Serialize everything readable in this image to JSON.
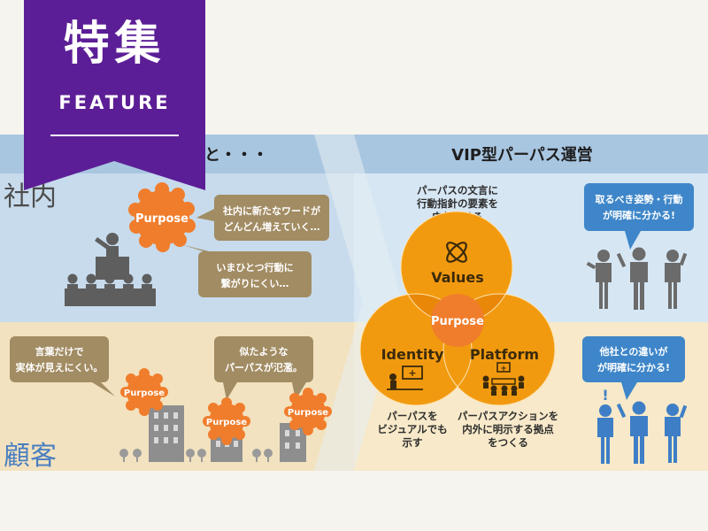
{
  "feature": {
    "title": "特集",
    "subtitle": "FEATURE"
  },
  "left_header": "だけだと・・・",
  "right_header": "VIP型パーパス運営",
  "rows": {
    "internal": "社内",
    "customer": "顧客"
  },
  "internal_bubbles": [
    [
      "社内に新たなワードが",
      "どんどん増えていく…"
    ],
    [
      "いまひとつ行動に",
      "繋がりにくい…"
    ]
  ],
  "customer_bubbles": [
    [
      "言葉だけで",
      "実体が見えにくい。"
    ],
    [
      "似たような",
      "パーパスが氾濫。"
    ]
  ],
  "purpose_word": "Purpose",
  "venn": {
    "values": "Values",
    "identity": "Identity",
    "platform": "Platform",
    "center": "Purpose"
  },
  "captions": {
    "values": [
      "パーパスの文言に",
      "行動指針の要素を",
      "内包させる"
    ],
    "identity": [
      "パーパスを",
      "ビジュアルでも",
      "示す"
    ],
    "platform": [
      "パーパスアクションを",
      "内外に明示する拠点",
      "をつくる"
    ]
  },
  "right_bubbles": {
    "internal": [
      "取るべき姿勢・行動",
      "が明確に分かる!"
    ],
    "customer": [
      "他社との違いが",
      "が明確に分かる!"
    ]
  },
  "colors": {
    "purple": "#5c1e96",
    "orange": "#f29a0f",
    "blob": "#f07d2c",
    "speech": "#a28c63",
    "blue_bubble": "#3e86c9",
    "band_blue": "#bed3e8",
    "band_beige": "#f1dfba"
  },
  "icons": [
    "atom-icon",
    "presentation-icon",
    "meeting-icon"
  ]
}
